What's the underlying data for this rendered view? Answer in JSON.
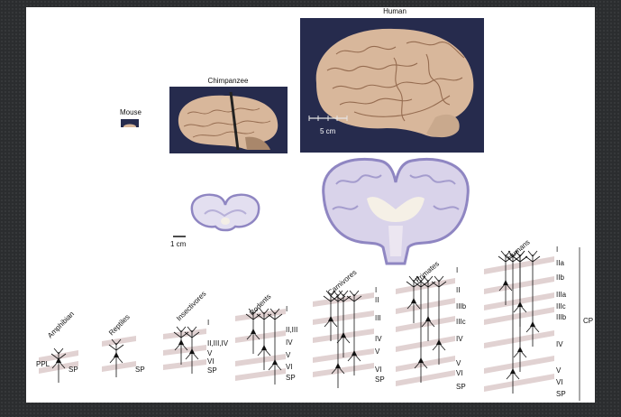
{
  "species": {
    "human": "Human",
    "chimpanzee": "Chimpanzee",
    "mouse": "Mouse"
  },
  "scale": {
    "human_bar": "5 cm",
    "section_bar": "1 cm"
  },
  "evolution": {
    "groups": [
      "Amphibian",
      "Reptiles",
      "Insectivores",
      "Rodents",
      "Carnivores",
      "Primates",
      "Humans"
    ],
    "layers": {
      "amphibian": [
        "PPL",
        "SP"
      ],
      "reptiles": [
        "SP"
      ],
      "insectivores": [
        "I",
        "II,III,IV",
        "V",
        "VI",
        "SP"
      ],
      "rodents": [
        "I",
        "II,III",
        "IV",
        "V",
        "VI",
        "SP"
      ],
      "carnivores": [
        "I",
        "II",
        "III",
        "IV",
        "V",
        "VI",
        "SP"
      ],
      "primates": [
        "I",
        "II",
        "IIIb",
        "IIIc",
        "IV",
        "V",
        "VI",
        "SP"
      ],
      "humans": [
        "I",
        "IIa",
        "IIb",
        "IIIa",
        "IIIc",
        "IIIb",
        "IV",
        "V",
        "VI",
        "SP"
      ]
    },
    "cp_label": "CP"
  },
  "colors": {
    "background": "#2b2d2f",
    "photo_bg": "#262b4d",
    "brain": "#d8b79b",
    "section_stain": "#8f86c2",
    "layer_band": "#d7c3c3",
    "neuron": "#111111"
  }
}
